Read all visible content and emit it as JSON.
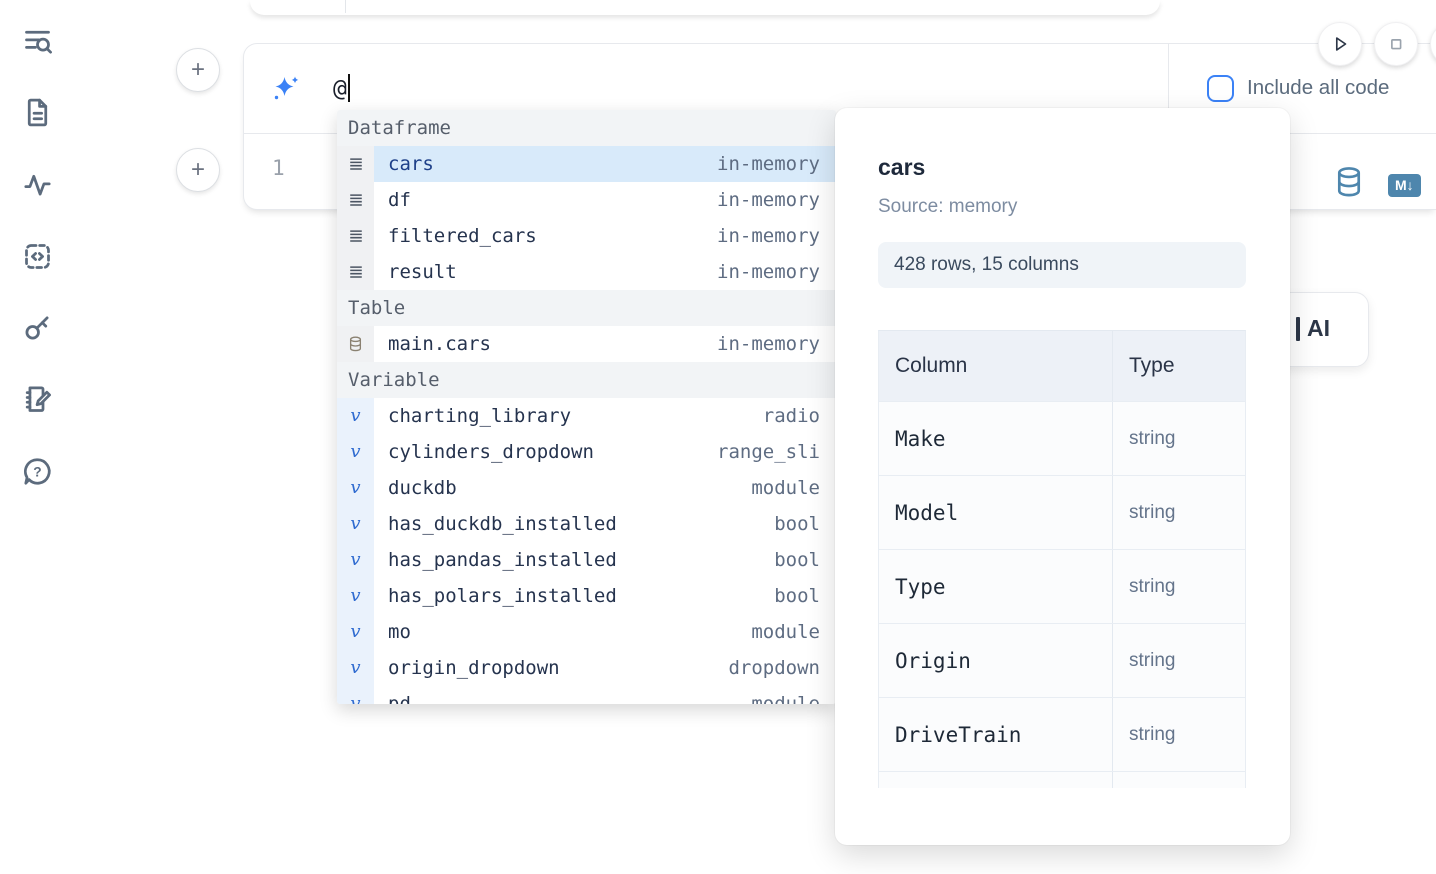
{
  "colors": {
    "accent_blue": "#3b82f6",
    "steel_blue": "#4e86ad",
    "selected_row": "#d8eafa",
    "icon_slate": "#5c6b7d"
  },
  "sidebar": {
    "items": [
      {
        "icon": "toc-search-icon"
      },
      {
        "icon": "file-document-icon"
      },
      {
        "icon": "activity-pulse-icon"
      },
      {
        "icon": "code-snippet-icon"
      },
      {
        "icon": "key-icon"
      },
      {
        "icon": "scratchpad-icon"
      },
      {
        "icon": "help-chat-icon"
      }
    ]
  },
  "add_cell_buttons": {
    "top_label": "+",
    "bottom_label": "+"
  },
  "run_controls": {
    "buttons": [
      {
        "icon": "play-icon"
      },
      {
        "icon": "stop-icon"
      },
      {
        "icon": "partial-icon"
      }
    ]
  },
  "ai_prompt": {
    "value": "@",
    "include_all_code_label": "Include all code"
  },
  "code_cell": {
    "line_number": "1",
    "actions": [
      {
        "icon": "database-icon"
      },
      {
        "icon": "markdown-export-icon",
        "label": "M↓"
      }
    ]
  },
  "ai_side_card": {
    "label": "AI"
  },
  "autocomplete": {
    "sections": [
      {
        "label": "Dataframe",
        "items": [
          {
            "name": "cars",
            "type": "in-memory",
            "kind": "dataframe",
            "selected": true
          },
          {
            "name": "df",
            "type": "in-memory",
            "kind": "dataframe"
          },
          {
            "name": "filtered_cars",
            "type": "in-memory",
            "kind": "dataframe"
          },
          {
            "name": "result",
            "type": "in-memory",
            "kind": "dataframe"
          }
        ]
      },
      {
        "label": "Table",
        "items": [
          {
            "name": "main.cars",
            "type": "in-memory",
            "kind": "table"
          }
        ]
      },
      {
        "label": "Variable",
        "items": [
          {
            "name": "charting_library",
            "type": "radio",
            "kind": "variable"
          },
          {
            "name": "cylinders_dropdown",
            "type": "range_sli",
            "kind": "variable"
          },
          {
            "name": "duckdb",
            "type": "module",
            "kind": "variable"
          },
          {
            "name": "has_duckdb_installed",
            "type": "bool",
            "kind": "variable"
          },
          {
            "name": "has_pandas_installed",
            "type": "bool",
            "kind": "variable"
          },
          {
            "name": "has_polars_installed",
            "type": "bool",
            "kind": "variable"
          },
          {
            "name": "mo",
            "type": "module",
            "kind": "variable"
          },
          {
            "name": "origin_dropdown",
            "type": "dropdown",
            "kind": "variable"
          },
          {
            "name": "pd",
            "type": "module",
            "kind": "variable",
            "clipped": true
          }
        ]
      }
    ]
  },
  "preview": {
    "title": "cars",
    "source": "Source: memory",
    "shape_badge": "428 rows, 15 columns",
    "table": {
      "headers": [
        "Column",
        "Type"
      ],
      "rows": [
        {
          "column": "Make",
          "type": "string"
        },
        {
          "column": "Model",
          "type": "string"
        },
        {
          "column": "Type",
          "type": "string"
        },
        {
          "column": "Origin",
          "type": "string"
        },
        {
          "column": "DriveTrain",
          "type": "string"
        }
      ],
      "has_clipped_row": true
    }
  }
}
